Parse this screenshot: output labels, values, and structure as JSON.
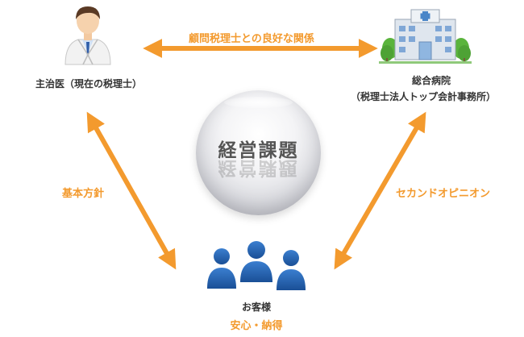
{
  "center": {
    "title": "経営課題"
  },
  "nodes": {
    "doctor": {
      "label": "主治医（現在の税理士）"
    },
    "hospital": {
      "label_line1": "総合病院",
      "label_line2": "（税理士法人トップ会計事務所）"
    },
    "customers": {
      "label": "お客様",
      "sublabel": "安心・納得"
    }
  },
  "edges": {
    "top": {
      "label": "顧問税理士との良好な関係"
    },
    "left": {
      "label": "基本方針"
    },
    "right": {
      "label": "セカンドオピニオン"
    }
  },
  "colors": {
    "accent": "#f39a2e",
    "customer_blue": "#1f5fae",
    "hospital_green": "#5ab43c"
  },
  "icons": [
    "doctor-icon",
    "hospital-icon",
    "customers-icon"
  ]
}
